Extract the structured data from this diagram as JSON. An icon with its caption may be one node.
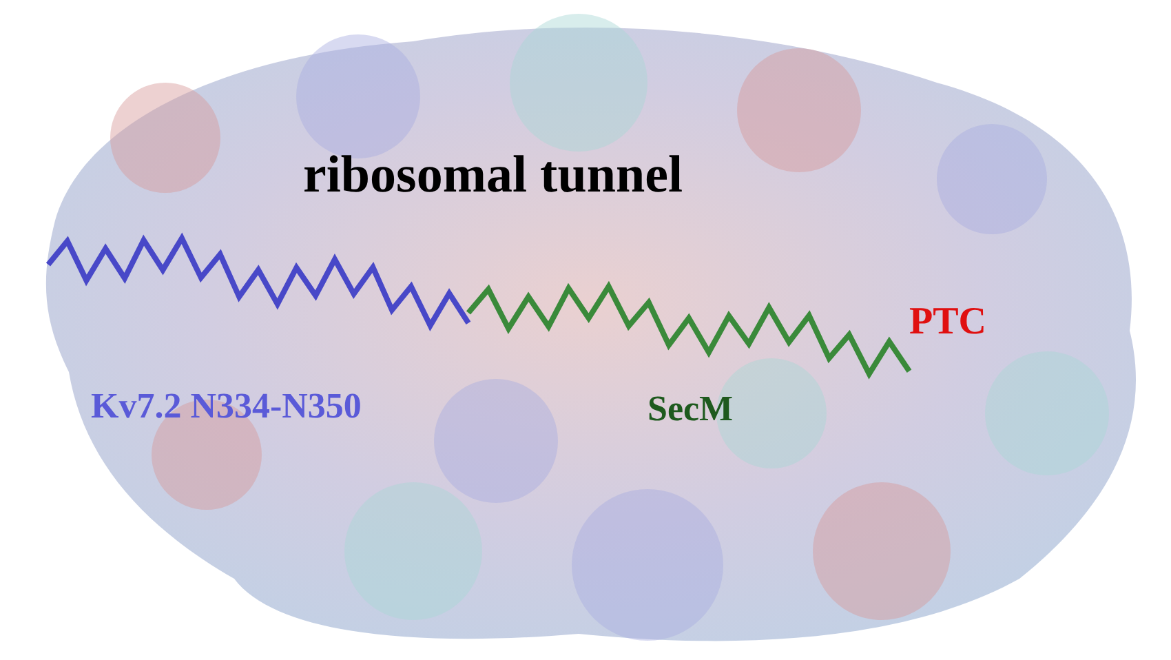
{
  "diagram": {
    "labels": [
      "ribosomal tunnel",
      "Kv7.2 N334-N350",
      "SecM",
      "PTC"
    ]
  }
}
